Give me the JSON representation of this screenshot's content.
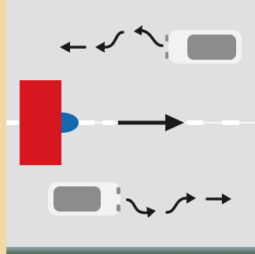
{
  "colors": {
    "road": "#dfe0e1",
    "left_edge": "#f3d9a6",
    "lane_marking": "#ffffff",
    "arrow": "#1a1a1a",
    "red_block": "#d7171f",
    "blue_shape": "#1468ad",
    "car_body": "#f2f2f2",
    "car_window": "#8c8c8c",
    "bottom_strip_top": "#93a6b0",
    "bottom_strip_bottom": "#4e6a55"
  },
  "icons": {
    "vehicle_top": "car-top-view",
    "vehicle_bottom": "car-top-view",
    "blocker": "red-rectangle",
    "indicator": "blue-half-disc"
  }
}
